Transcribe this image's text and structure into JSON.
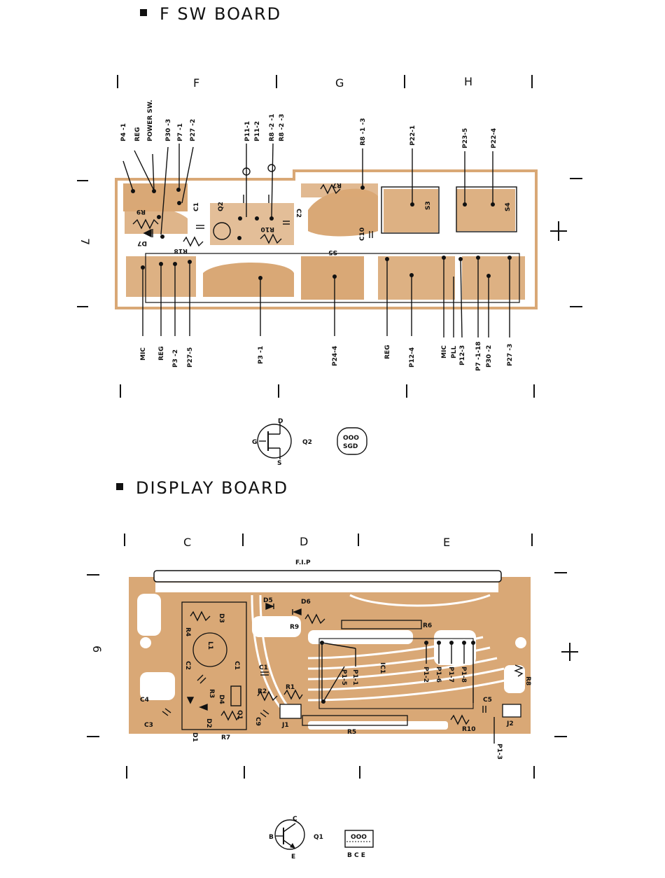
{
  "fsw": {
    "title": "F SW BOARD",
    "zones": [
      "F",
      "G",
      "H"
    ],
    "row_label": "7",
    "top_labels": [
      "P4 -1",
      "REG",
      "POWER SW.",
      "P30 -3",
      "P7 -1",
      "P27 -2",
      "P11-1",
      "P11-2",
      "R8 -2 -1",
      "R8 -2 -3",
      "R8 -1 -3",
      "P22-1",
      "P23-5",
      "P22-4"
    ],
    "bottom_labels": [
      "MIC",
      "REG",
      "P3 -2",
      "P27-5",
      "P3 -1",
      "P24-4",
      "REG",
      "P12-4",
      "MIC",
      "PLL",
      "P12-3",
      "P7 -1-18",
      "P30 -2",
      "P27 -3"
    ],
    "parts": [
      "R9",
      "C1",
      "Q2",
      "D7",
      "R18",
      "R10",
      "C2",
      "R7",
      "S5",
      "C10",
      "S3",
      "S4"
    ],
    "q2_symbol": {
      "name": "Q2",
      "pins": [
        "G",
        "D",
        "S"
      ],
      "package_top": "OOO",
      "package_bottom": "SGD"
    }
  },
  "display": {
    "title": "DISPLAY BOARD",
    "zones": [
      "C",
      "D",
      "E"
    ],
    "row_label": "6",
    "fip_label": "F.I.P",
    "parts": [
      "D5",
      "D6",
      "R9",
      "R6",
      "R4",
      "D3",
      "L1",
      "C1",
      "C2",
      "R3",
      "D4",
      "Q1",
      "D2",
      "C4",
      "C3",
      "C9",
      "R7",
      "D1",
      "R2",
      "R1",
      "J1",
      "R5",
      "IC1",
      "C5",
      "R10",
      "J2",
      "R8",
      "C1"
    ],
    "pin_labels": [
      "P1-2",
      "P1-6",
      "P1-7",
      "P1-8",
      "P1-5",
      "P1-1",
      "P1-3"
    ],
    "q1_symbol": {
      "name": "Q1",
      "pins": [
        "B",
        "C",
        "E"
      ],
      "package_top": "OOO",
      "package_bottom": "B C E"
    }
  }
}
